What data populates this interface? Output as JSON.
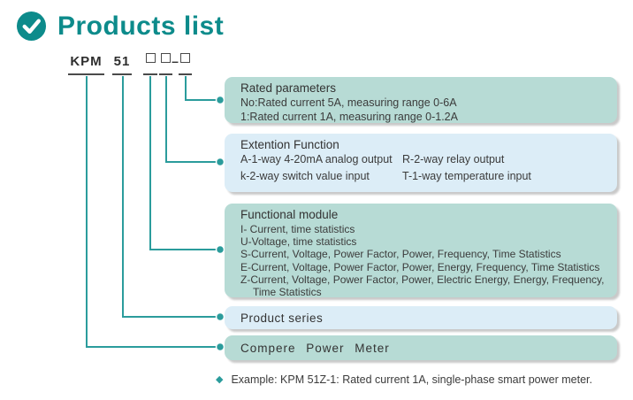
{
  "header": {
    "title": "Products list"
  },
  "model_code": {
    "prefix": "KPM",
    "series": "51",
    "dash": "–"
  },
  "boxes": {
    "rated": {
      "title": "Rated parameters",
      "line1": "No:Rated current 5A, measuring range 0-6A",
      "line2": "1:Rated current 1A, measuring range 0-1.2A"
    },
    "extension": {
      "title": "Extention Function",
      "left1": "A-1-way 4-20mA analog output",
      "left2": "k-2-way switch value input",
      "right1": "R-2-way relay output",
      "right2": "T-1-way temperature input"
    },
    "functional": {
      "title": "Functional module",
      "line1": "I- Current, time statistics",
      "line2": "U-Voltage, time statistics",
      "line3": "S-Current, Voltage, Power Factor, Power, Frequency, Time Statistics",
      "line4": "E-Current, Voltage, Power Factor, Power, Energy, Frequency, Time Statistics",
      "line5": "Z-Current, Voltage, Power Factor, Power, Electric Energy, Energy, Frequency,",
      "line5_cont": "Time Statistics"
    },
    "product_series": {
      "title": "Product series"
    },
    "brand": {
      "title": "Compere  Power  Meter"
    }
  },
  "example": {
    "bullet": "◆",
    "text": "Example: KPM 51Z-1: Rated current 1A, single-phase smart power meter."
  },
  "colors": {
    "accent_teal": "#0d8b8b",
    "line_teal": "#2b9c9c",
    "box_teal": "#b7dbd5",
    "box_blue": "#dcedf7",
    "underline_dark": "#4a4a4a",
    "text_dark": "#3a3a3a",
    "shadow_gray": "#c9c9c9"
  }
}
